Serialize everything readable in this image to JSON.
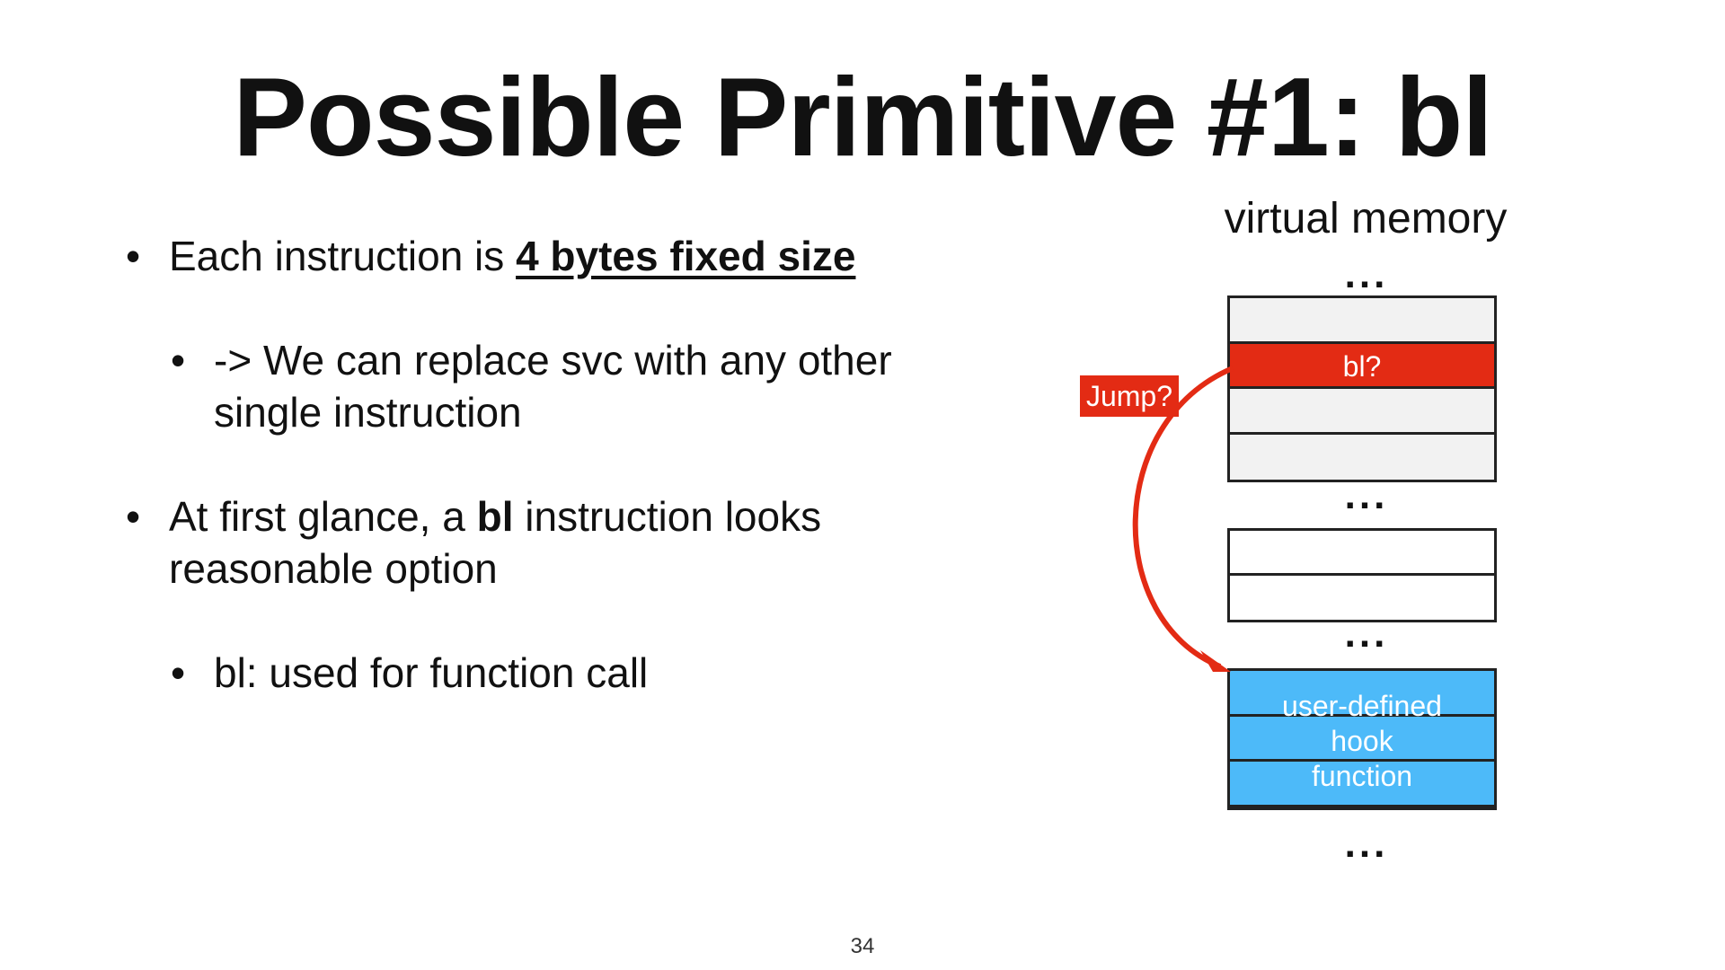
{
  "slide": {
    "title": "Possible Primitive #1: bl",
    "bullets": {
      "b1_prefix": "Each instruction is ",
      "b1_emph": "4 bytes fixed size",
      "b1a": "-> We can replace svc with any other single instruction",
      "b2_prefix": "At first glance, a ",
      "b2_emph": "bl",
      "b2_suffix": " instruction looks reasonable option",
      "b2a": "bl: used for function call",
      "marker": "•"
    },
    "diagram": {
      "label": "virtual memory",
      "ellipsis": "...",
      "bl_cell": "bl?",
      "jump_label": "Jump?",
      "hook_line1": "user-defined",
      "hook_line2": "hook",
      "hook_line3": "function"
    },
    "page_number": "34",
    "colors": {
      "red": "#e32b14",
      "blue": "#4dbaf9",
      "gray_cell": "#f2f2f2"
    }
  }
}
